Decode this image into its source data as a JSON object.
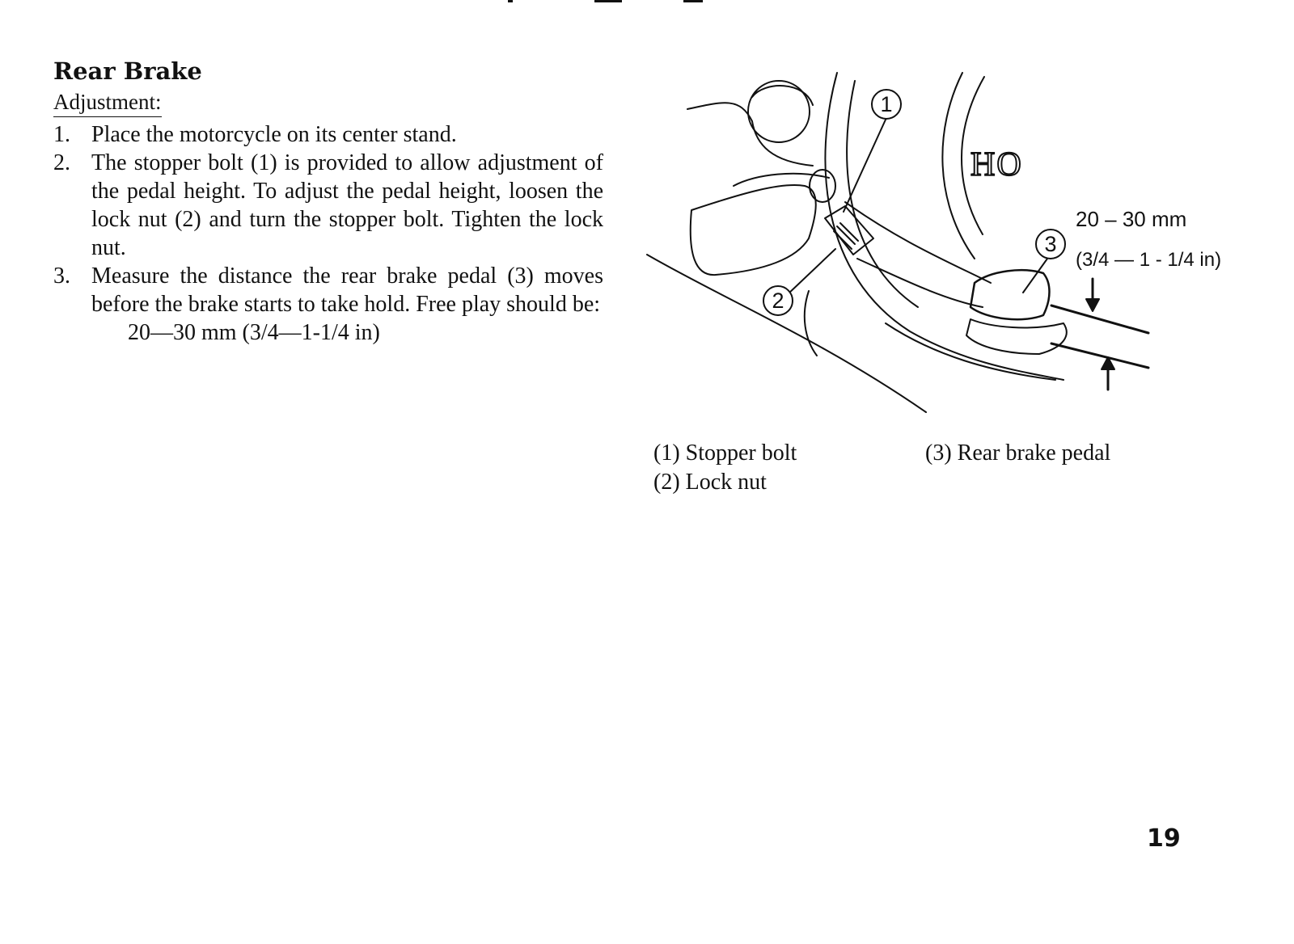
{
  "section": {
    "heading": "Rear Brake",
    "subheading": "Adjustment:"
  },
  "steps": [
    {
      "number": "1.",
      "text": "Place the motorcycle on its center stand."
    },
    {
      "number": "2.",
      "text": "The stopper bolt (1) is provided to allow adjustment of the pedal height. To adjust the pedal height, loosen the lock nut (2) and turn the stopper bolt. Tighten the lock nut."
    },
    {
      "number": "3.",
      "text": "Measure the distance the rear brake pedal (3) moves before the brake starts to take hold. Free play should be:",
      "spec": "20—30 mm (3/4—1-1/4 in)"
    }
  ],
  "figure": {
    "callouts": [
      "1",
      "2",
      "3"
    ],
    "dimension_metric": "20 – 30 mm",
    "dimension_imperial": "(3/4 — 1 - 1/4 in)",
    "brand_fragment": "HO"
  },
  "legend": {
    "item1": "(1) Stopper bolt",
    "item2": "(2) Lock nut",
    "item3": "(3) Rear brake pedal"
  },
  "page_number": "19"
}
